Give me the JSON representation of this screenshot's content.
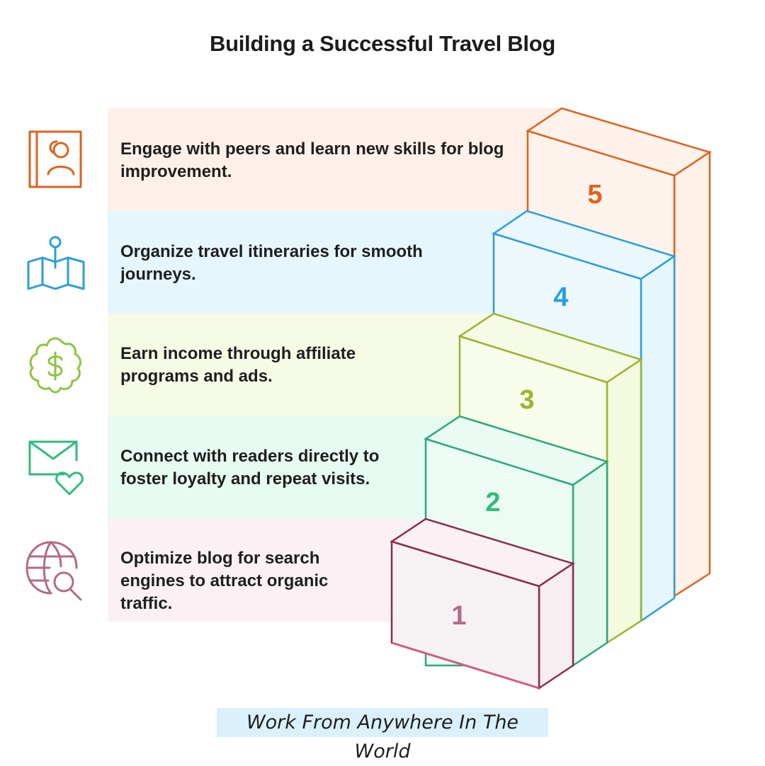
{
  "title": "Building a Successful Travel Blog",
  "steps": [
    {
      "number": "5",
      "text": "Engage with peers and learn new skills for blog improvement.",
      "icon": "profile-card-icon",
      "color": "#e0621d",
      "band": "#fdf0e8"
    },
    {
      "number": "4",
      "text": "Organize travel itineraries for smooth journeys.",
      "icon": "map-pin-icon",
      "color": "#2a9fd8",
      "band": "#e6f6fd"
    },
    {
      "number": "3",
      "text": "Earn income through affiliate programs and ads.",
      "icon": "dollar-badge-icon",
      "color": "#8cc63f",
      "band": "#f6fbe6"
    },
    {
      "number": "2",
      "text": "Connect with readers directly to foster loyalty and repeat visits.",
      "icon": "mail-heart-icon",
      "color": "#2fbd7a",
      "band": "#e6fbf1"
    },
    {
      "number": "1",
      "text": "Optimize blog for search engines to attract organic traffic.",
      "icon": "globe-search-icon",
      "color": "#b56a86",
      "band": "#fbf1f4"
    }
  ],
  "footer": "Work From Anywhere In The World"
}
